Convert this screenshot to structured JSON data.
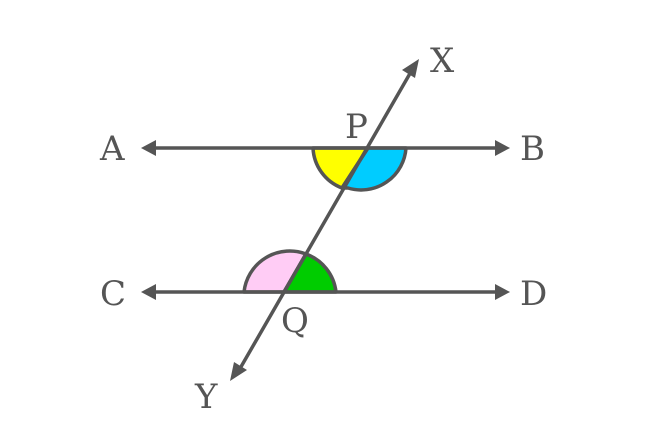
{
  "labels": {
    "A": "A",
    "B": "B",
    "C": "C",
    "D": "D",
    "P": "P",
    "Q": "Q",
    "X": "X",
    "Y": "Y"
  },
  "colors": {
    "line": "#555555",
    "angle_p_left": "#ffff00",
    "angle_p_right": "#00ccff",
    "angle_q_left": "#ffccf5",
    "angle_q_right": "#00cc00",
    "background": "#ffffff"
  }
}
